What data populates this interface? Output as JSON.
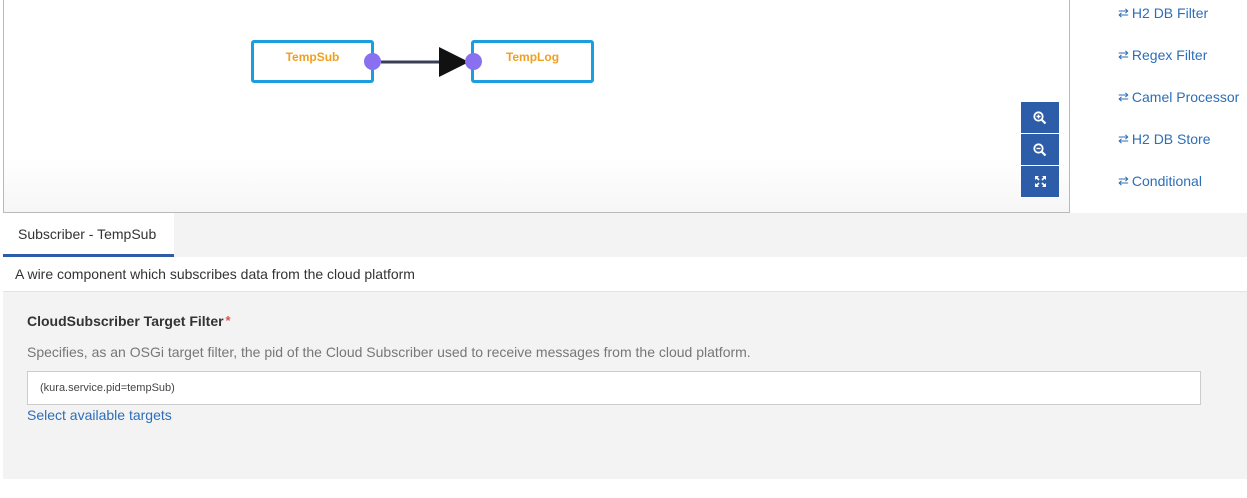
{
  "canvas": {
    "nodes": [
      {
        "label": "TempSub"
      },
      {
        "label": "TempLog"
      }
    ],
    "zoom": {
      "zoom_in_icon": "zoom-in-icon",
      "zoom_out_icon": "zoom-out-icon",
      "fit_icon": "expand-icon"
    }
  },
  "palette": {
    "items": [
      {
        "label": "H2 DB Filter",
        "icon": "exchange-arrows-icon"
      },
      {
        "label": "Regex Filter",
        "icon": "exchange-arrows-icon"
      },
      {
        "label": "Camel Processor",
        "icon": "exchange-arrows-icon"
      },
      {
        "label": "H2 DB Store",
        "icon": "exchange-arrows-icon"
      },
      {
        "label": "Conditional",
        "icon": "exchange-arrows-icon"
      }
    ]
  },
  "config": {
    "tab_label": "Subscriber - TempSub",
    "description": "A wire component which subscribes data from the cloud platform",
    "field": {
      "label": "CloudSubscriber Target Filter",
      "required_mark": "*",
      "help": "Specifies, as an OSGi target filter, the pid of the Cloud Subscriber used to receive messages from the cloud platform.",
      "value": "(kura.service.pid=tempSub)",
      "select_link": "Select available targets"
    }
  },
  "colors": {
    "accent": "#2d5da8",
    "node_border": "#1a9ee0",
    "node_text": "#f0a020",
    "port": "#8a6ff0",
    "link": "#2d6eb8"
  }
}
